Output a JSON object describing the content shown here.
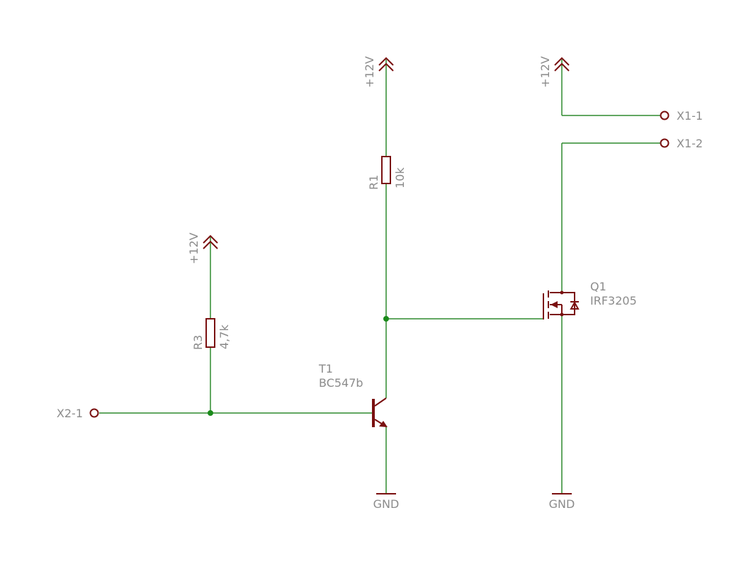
{
  "schematic": {
    "colors": {
      "wire": "#2f8a2f",
      "symbol": "#7a1010",
      "label": "#8c8c8c",
      "junction": "#1a8a1a",
      "background": "#ffffff"
    },
    "supplies": {
      "vcc_r3": "+12V",
      "vcc_r1": "+12V",
      "vcc_q1": "+12V",
      "gnd_t1": "GND",
      "gnd_q1": "GND"
    },
    "resistors": {
      "r1": {
        "name": "R1",
        "value": "10k"
      },
      "r3": {
        "name": "R3",
        "value": "4,7k"
      }
    },
    "transistor": {
      "name": "T1",
      "value": "BC547b"
    },
    "mosfet": {
      "name": "Q1",
      "value": "IRF3205"
    },
    "connectors": {
      "x1_1": "X1-1",
      "x1_2": "X1-2",
      "x2_1": "X2-1"
    }
  }
}
